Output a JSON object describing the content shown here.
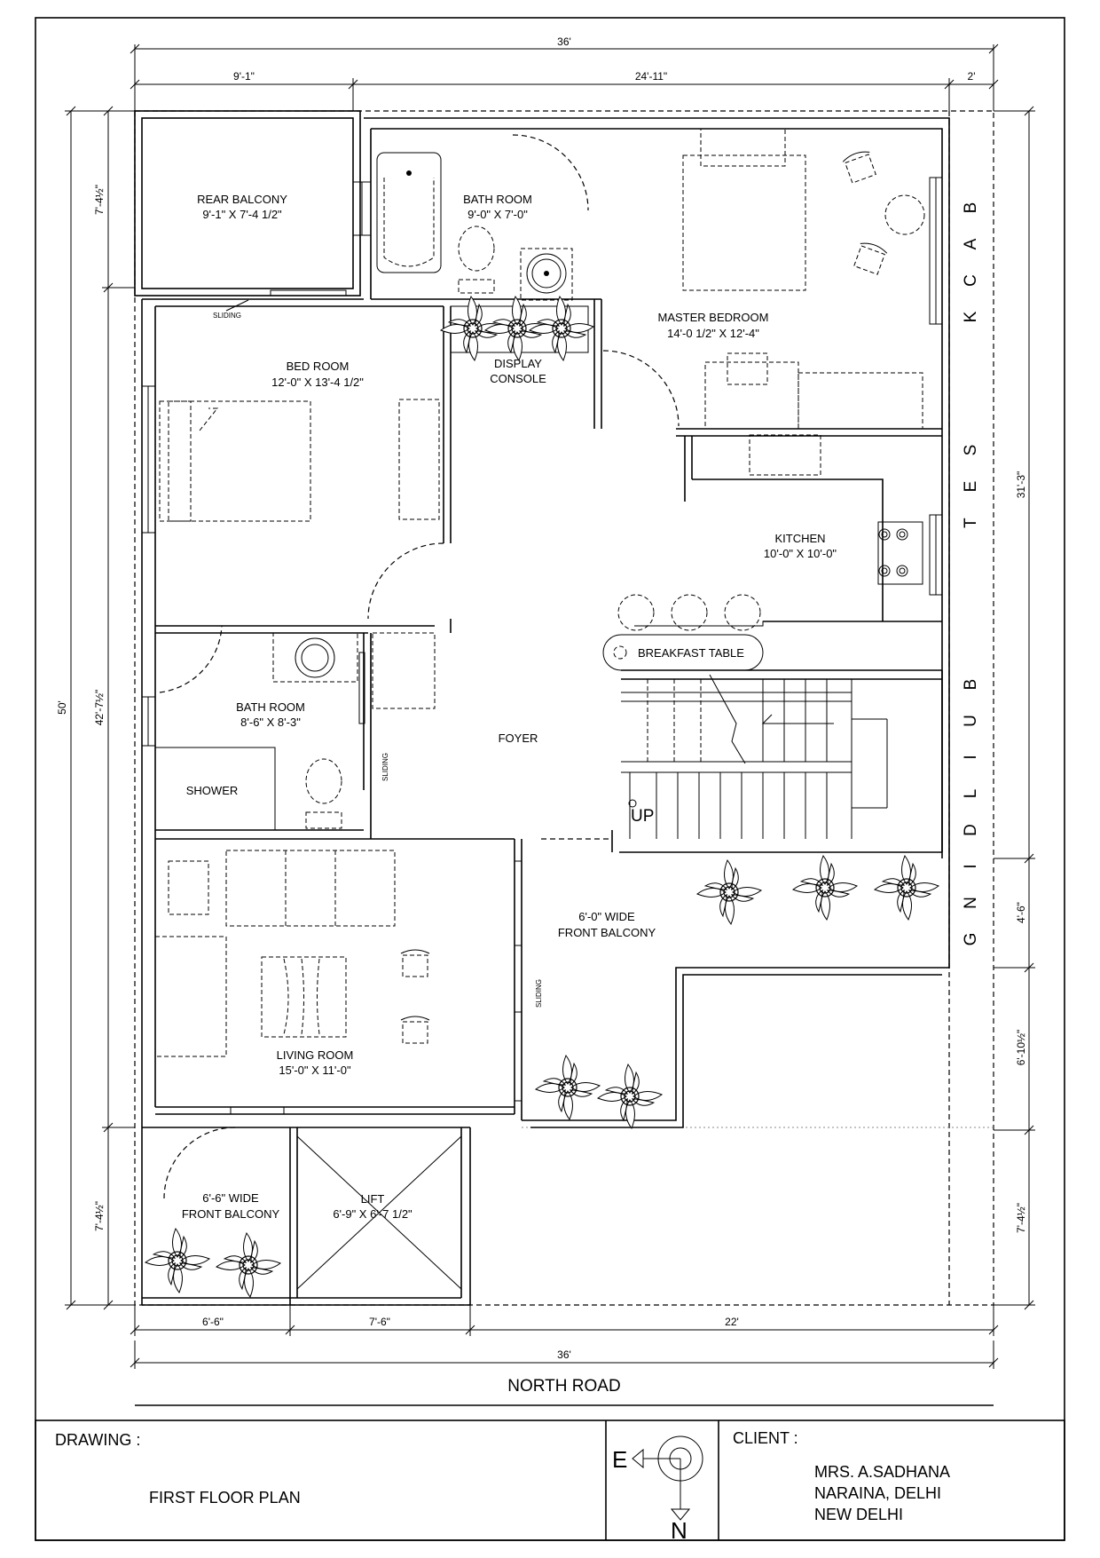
{
  "rooms": {
    "rear_balcony": {
      "name": "REAR BALCONY",
      "size": "9'-1\" X 7'-4 1/2\""
    },
    "bath_top": {
      "name": "BATH ROOM",
      "size": "9'-0\" X 7'-0\""
    },
    "master_bedroom": {
      "name": "MASTER BEDROOM",
      "size": "14'-0 1/2\" X 12'-4\""
    },
    "bedroom": {
      "name": "BED ROOM",
      "size": "12'-0\" X 13'-4 1/2\""
    },
    "display_console": {
      "line1": "DISPLAY",
      "line2": "CONSOLE"
    },
    "kitchen": {
      "name": "KITCHEN",
      "size": "10'-0\" X 10'-0\""
    },
    "breakfast_table": "BREAKFAST TABLE",
    "bath_mid": {
      "name": "BATH ROOM",
      "size": "8'-6\" X 8'-3\""
    },
    "shower": "SHOWER",
    "foyer": "FOYER",
    "stair_up": "UP",
    "front_balcony_right": {
      "line1": "6'-0\" WIDE",
      "line2": "FRONT BALCONY"
    },
    "living_room": {
      "name": "LIVING ROOM",
      "size": "15'-0\" X 11'-0\""
    },
    "front_balcony_left": {
      "line1": "6'-6\" WIDE",
      "line2": "FRONT BALCONY"
    },
    "lift": {
      "name": "LIFT",
      "size": "6'-9\" X 6'-7 1/2\""
    },
    "sliding": "SLIDING"
  },
  "setback_label": [
    "B",
    "A",
    "C",
    "K",
    "S",
    "E",
    "T",
    "B",
    "U",
    "I",
    "L",
    "D",
    "I",
    "N",
    "G"
  ],
  "dimensions": {
    "top_total": "36'",
    "top_left": "9'-1\"",
    "top_mid": "24'-11\"",
    "top_right": "2'",
    "bottom_left": "6'-6\"",
    "bottom_mid": "7'-6\"",
    "bottom_right": "22'",
    "bottom_total": "36'",
    "left_total": "50'",
    "left_top": "7'-4½\"",
    "left_mid": "42'-7½\"",
    "left_bottom": "7'-4½\"",
    "right_top": "31'-3\"",
    "right_2": "4'-6\"",
    "right_3": "6'-10½\"",
    "right_4": "7'-4½\""
  },
  "road": "NORTH ROAD",
  "title_block": {
    "drawing_label": "DRAWING :",
    "drawing_title": "FIRST FLOOR PLAN",
    "compass_e": "E",
    "compass_n": "N",
    "client_label": "CLIENT :",
    "client_lines": [
      "MRS. A.SADHANA",
      "NARAINA, DELHI",
      "NEW DELHI"
    ]
  }
}
